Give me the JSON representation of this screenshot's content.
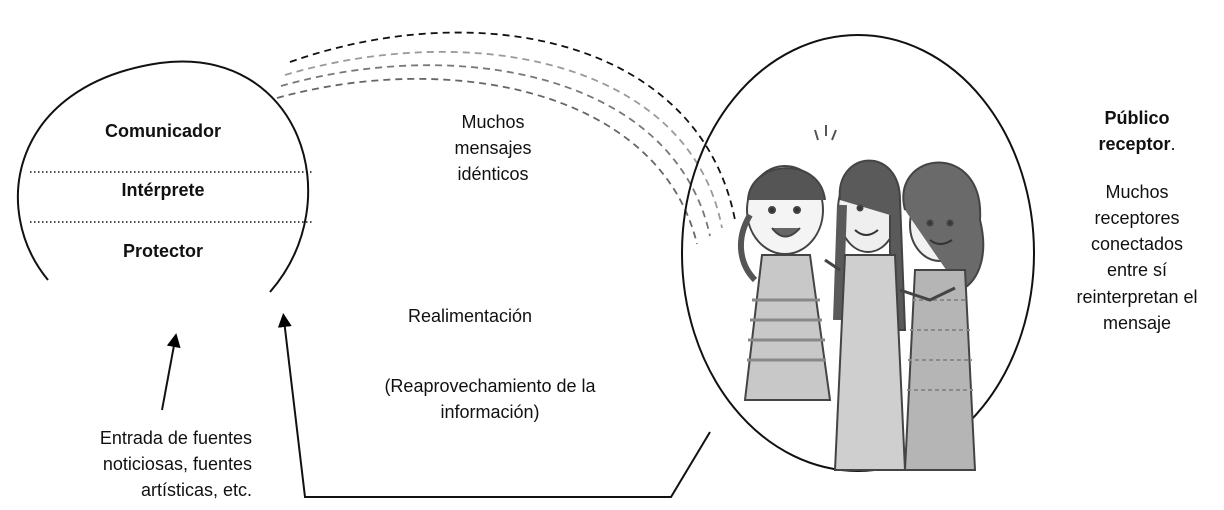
{
  "roles": {
    "comunicador": "Comunicador",
    "interprete": "Intérprete",
    "protector": "Protector"
  },
  "messages": {
    "line1": "Muchos",
    "line2": "mensajes",
    "line3": "idénticos"
  },
  "feedback": {
    "title": "Realimentación",
    "note_line1": "(Reaprovechamiento de la",
    "note_line2": "información)"
  },
  "inputs": {
    "line1": "Entrada de fuentes",
    "line2": "noticiosas, fuentes",
    "line3": "artísticas, etc."
  },
  "audience": {
    "title_line1": "Público",
    "title_line2": "receptor",
    "title_suffix": ".",
    "desc_line1": "Muchos",
    "desc_line2": "receptores",
    "desc_line3": "conectados",
    "desc_line4": "entre sí",
    "desc_line5": "reinterpretan el",
    "desc_line6": "mensaje"
  }
}
